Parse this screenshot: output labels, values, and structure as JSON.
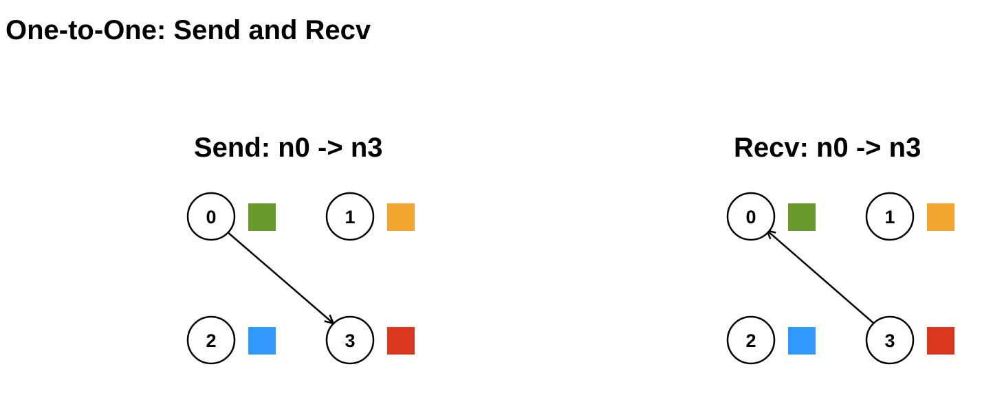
{
  "title": "One-to-One: Send and Recv",
  "diagrams": [
    {
      "subtitle": "Send: n0 -> n3",
      "nodes": [
        {
          "label": "0",
          "color": "#6a9a2e"
        },
        {
          "label": "1",
          "color": "#f2a630"
        },
        {
          "label": "2",
          "color": "#3399ff"
        },
        {
          "label": "3",
          "color": "#d9381e"
        }
      ],
      "edge": {
        "from": "0",
        "to": "3",
        "arrow_at": "3"
      }
    },
    {
      "subtitle": "Recv: n0 -> n3",
      "nodes": [
        {
          "label": "0",
          "color": "#6a9a2e"
        },
        {
          "label": "1",
          "color": "#f2a630"
        },
        {
          "label": "2",
          "color": "#3399ff"
        },
        {
          "label": "3",
          "color": "#d9381e"
        }
      ],
      "edge": {
        "from": "3",
        "to": "0",
        "arrow_at": "0"
      }
    }
  ]
}
